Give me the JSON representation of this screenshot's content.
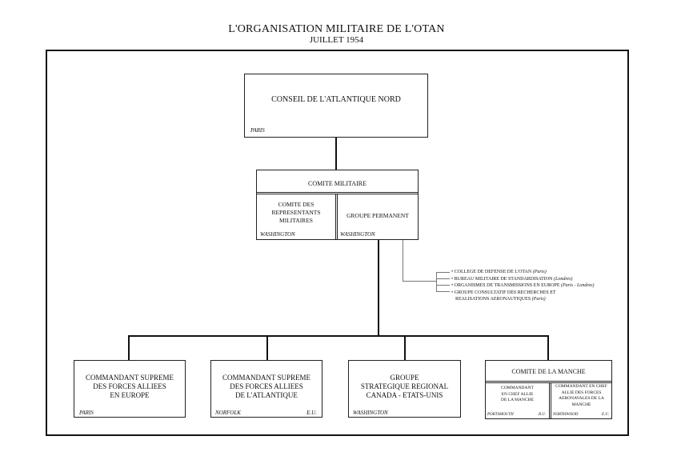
{
  "header": {
    "title": "L'ORGANISATION MILITAIRE DE L'OTAN",
    "subtitle": "JUILLET 1954"
  },
  "council": {
    "label": "CONSEIL DE L'ATLANTIQUE NORD",
    "location": "PARIS"
  },
  "military_committee": {
    "label": "COMITE MILITAIRE",
    "left": {
      "label_lines": [
        "COMITE DES",
        "REPRESENTANTS",
        "MILITAIRES"
      ],
      "location": "WASHINGTON"
    },
    "right": {
      "label": "GROUPE PERMANENT",
      "location": "WASHINGTON"
    }
  },
  "attached_bodies": [
    {
      "text": "COLLEGE DE DEFENSE DE L'OTAN",
      "place": "(Paris)"
    },
    {
      "text": "BUREAU MILITAIRE DE STANDARDISATION",
      "place": "(Londres)"
    },
    {
      "text": "ORGANISMES DE TRANSMISSIONS EN EUROPE",
      "place": "(Paris - Londres)"
    },
    {
      "text": "GROUPE CONSULTATIF DES RECHERCHES ET",
      "place": ""
    },
    {
      "text": "REALISATIONS AERONAUTIQUES",
      "place": "(Paris)"
    }
  ],
  "commands": [
    {
      "lines": [
        "COMMANDANT SUPREME",
        "DES FORCES ALLIEES",
        "EN EUROPE"
      ],
      "location": "PARIS",
      "location_right": ""
    },
    {
      "lines": [
        "COMMANDANT SUPREME",
        "DES FORCES ALLIEES",
        "DE L'ATLANTIQUE"
      ],
      "location": "NORFOLK",
      "location_right": "E.U."
    },
    {
      "lines": [
        "GROUPE",
        "STRATEGIQUE REGIONAL",
        "CANADA - ETATS-UNIS"
      ],
      "location": "WASHINGTON",
      "location_right": ""
    }
  ],
  "channel_committee": {
    "label": "COMITE DE LA MANCHE",
    "left": {
      "lines": [
        "COMMANDANT",
        "EN CHEF ALLIE",
        "DE LA MANCHE"
      ],
      "location": "PORTSMOUTH",
      "location_right": "R.U."
    },
    "right": {
      "lines": [
        "COMMANDANT EN CHEF",
        "ALLIE DES FORCES",
        "AERONAVALES DE LA",
        "MANCHE"
      ],
      "location": "NORTHWOOD",
      "location_right": "E.U."
    }
  }
}
